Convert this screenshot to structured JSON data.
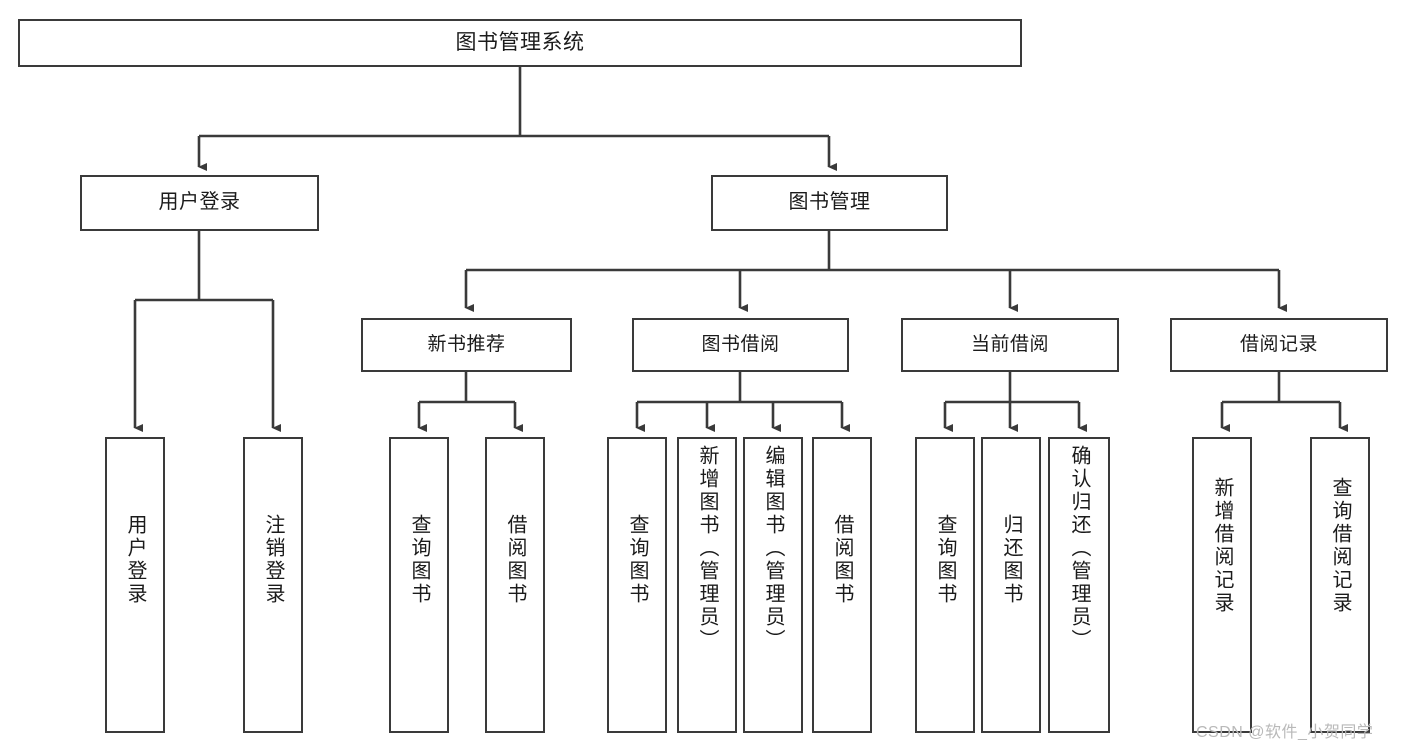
{
  "diagram": {
    "type": "tree-hierarchy-chart",
    "title": "图书管理系统",
    "orientation": "top-down",
    "colors": {
      "box_border": "#3a3a3a",
      "box_fill": "#ffffff",
      "connector": "#3a3a3a",
      "text": "#1b1b1b",
      "watermark": "#b9b9b9",
      "background": "#ffffff"
    },
    "root": {
      "id": "root",
      "label": "图书管理系统"
    },
    "level2": [
      {
        "id": "n-user-login",
        "label": "用户登录"
      },
      {
        "id": "n-book-manage",
        "label": "图书管理"
      }
    ],
    "level3": [
      {
        "id": "n-new-book-rec",
        "label": "新书推荐",
        "parent": "n-book-manage"
      },
      {
        "id": "n-book-borrow",
        "label": "图书借阅",
        "parent": "n-book-manage"
      },
      {
        "id": "n-current-borrow",
        "label": "当前借阅",
        "parent": "n-book-manage"
      },
      {
        "id": "n-borrow-record",
        "label": "借阅记录",
        "parent": "n-book-manage"
      }
    ],
    "leaves": [
      {
        "id": "l-user-login",
        "label": "用户登录",
        "parent": "n-user-login"
      },
      {
        "id": "l-logout-login",
        "label": "注销登录",
        "parent": "n-user-login"
      },
      {
        "id": "l-query-book-1",
        "label": "查询图书",
        "parent": "n-new-book-rec"
      },
      {
        "id": "l-borrow-book-1",
        "label": "借阅图书",
        "parent": "n-new-book-rec"
      },
      {
        "id": "l-query-book-2",
        "label": "查询图书",
        "parent": "n-book-borrow"
      },
      {
        "id": "l-add-book",
        "label": "新增图书（管理员）",
        "parent": "n-book-borrow"
      },
      {
        "id": "l-edit-book",
        "label": "编辑图书（管理员）",
        "parent": "n-book-borrow"
      },
      {
        "id": "l-borrow-book-2",
        "label": "借阅图书",
        "parent": "n-book-borrow"
      },
      {
        "id": "l-query-book-3",
        "label": "查询图书",
        "parent": "n-current-borrow"
      },
      {
        "id": "l-return-book",
        "label": "归还图书",
        "parent": "n-current-borrow"
      },
      {
        "id": "l-confirm-return",
        "label": "确认归还（管理员）",
        "parent": "n-current-borrow"
      },
      {
        "id": "l-add-record",
        "label": "新增借阅记录",
        "parent": "n-borrow-record"
      },
      {
        "id": "l-query-record",
        "label": "查询借阅记录",
        "parent": "n-borrow-record"
      }
    ]
  },
  "watermark": {
    "text": "CSDN @软件_小贺同学"
  }
}
